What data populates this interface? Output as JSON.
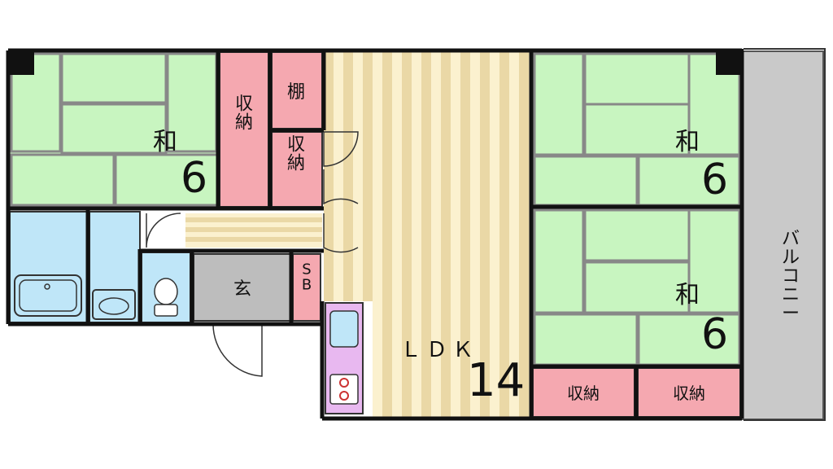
{
  "colors": {
    "tatami": "#c8f5c0",
    "tatami_line": "#888888",
    "storage": "#f5a8b0",
    "wood_light": "#fbf1cf",
    "wood_dark": "#ead8a6",
    "wet": "#bfe6f8",
    "entrance": "#bdbdbd",
    "kitchen": "#e8b8f0",
    "balcony": "#c9c9c9",
    "wall": "#111111"
  },
  "rooms": {
    "washitsu_left": {
      "label": "和",
      "size": "6"
    },
    "washitsu_right_top": {
      "label": "和",
      "size": "6"
    },
    "washitsu_right_bottom": {
      "label": "和",
      "size": "6"
    },
    "storage_left": {
      "label": "収\n納"
    },
    "shelf": {
      "label": "棚"
    },
    "storage_mid": {
      "label": "収\n納"
    },
    "entrance": {
      "label": "玄"
    },
    "shoe_box": {
      "label": "S\nB"
    },
    "ldk": {
      "label": "ＬＤＫ",
      "size": "14"
    },
    "storage_bottom_1": {
      "label": "収納"
    },
    "storage_bottom_2": {
      "label": "収納"
    },
    "balcony": {
      "label": "バルコニー"
    }
  }
}
